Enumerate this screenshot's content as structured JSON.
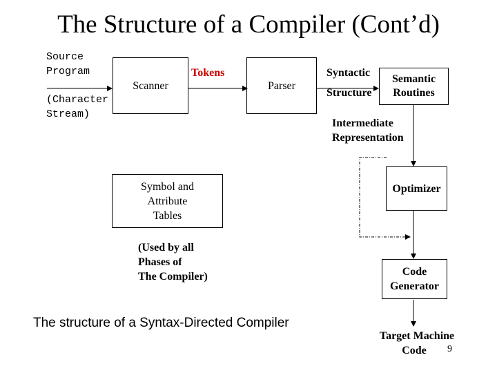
{
  "title": "The Structure of a Compiler (Cont’d)",
  "source": {
    "line1": "Source",
    "line2": "Program",
    "line3": "(Character",
    "line4": "Stream)"
  },
  "scanner": {
    "label": "Scanner"
  },
  "tokens": {
    "label": "Tokens"
  },
  "parser": {
    "label": "Parser"
  },
  "syntactic_structure": {
    "line1": "Syntactic",
    "line2": "Structure"
  },
  "semantic_routines": {
    "line1": "Semantic",
    "line2": "Routines"
  },
  "intermediate_representation": {
    "line1": "Intermediate",
    "line2": "Representation"
  },
  "symbol_tables": {
    "line1": "Symbol and",
    "line2": "Attribute",
    "line3": "Tables"
  },
  "symbol_note": {
    "line1": "(Used by all",
    "line2": "Phases of",
    "line3": "The Compiler)"
  },
  "optimizer": {
    "label": "Optimizer"
  },
  "code_generator": {
    "line1": "Code",
    "line2": "Generator"
  },
  "target": {
    "line1": "Target Machine",
    "line2": "Code"
  },
  "caption": "The structure of a Syntax-Directed Compiler",
  "page_number": "9",
  "colors": {
    "tokens_text": "#cc0000",
    "line": "#000000"
  }
}
